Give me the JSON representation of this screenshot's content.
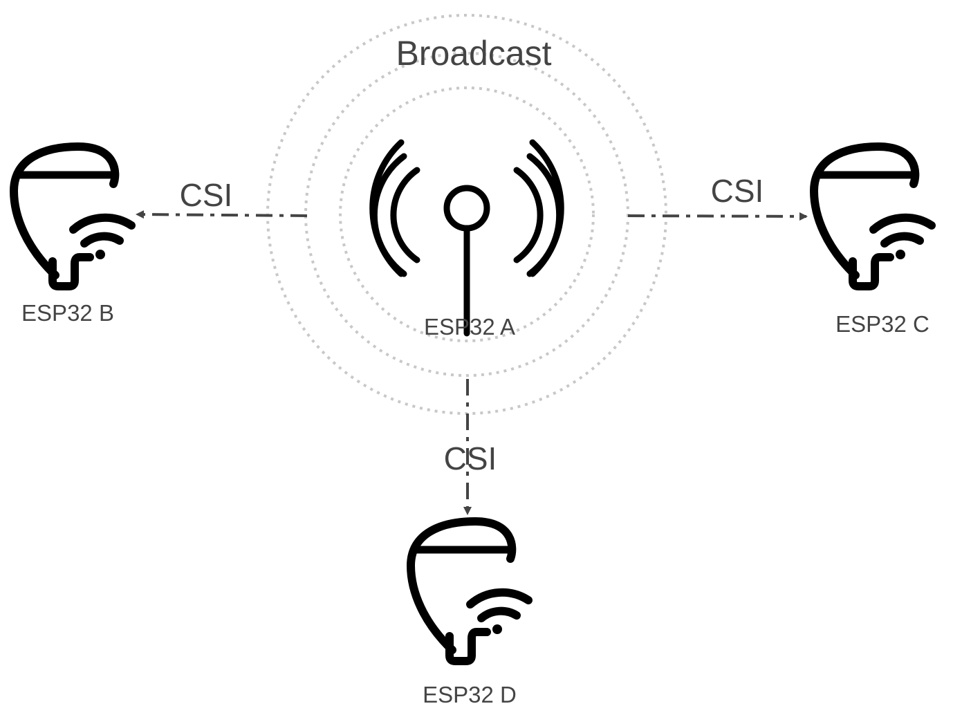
{
  "diagram": {
    "broadcast_label": "Broadcast",
    "center_node": {
      "label": "ESP32 A",
      "icon": "antenna-icon"
    },
    "nodes": [
      {
        "id": "b",
        "label": "ESP32 B",
        "icon": "smart-bulb-wifi-icon"
      },
      {
        "id": "c",
        "label": "ESP32 C",
        "icon": "smart-bulb-wifi-icon"
      },
      {
        "id": "d",
        "label": "ESP32 D",
        "icon": "smart-bulb-wifi-icon"
      }
    ],
    "edges": [
      {
        "from": "a",
        "to": "b",
        "label": "CSI"
      },
      {
        "from": "a",
        "to": "c",
        "label": "CSI"
      },
      {
        "from": "a",
        "to": "d",
        "label": "CSI"
      }
    ],
    "colors": {
      "line": "#444444",
      "ring": "#c8c8c8",
      "icon": "#000000"
    }
  }
}
